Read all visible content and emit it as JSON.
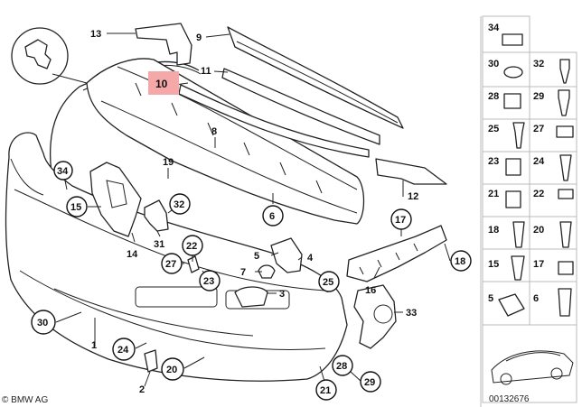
{
  "diagram": {
    "highlighted_callout": "10",
    "callouts": [
      "1",
      "2",
      "3",
      "4",
      "5",
      "6",
      "7",
      "8",
      "9",
      "10",
      "11",
      "12",
      "13",
      "14",
      "15",
      "16",
      "17",
      "18",
      "19",
      "20",
      "21",
      "22",
      "23",
      "24",
      "25",
      "27",
      "28",
      "29",
      "30",
      "31",
      "32",
      "33",
      "34"
    ],
    "sidebar_labels": [
      "34",
      "30",
      "32",
      "28",
      "29",
      "25",
      "27",
      "23",
      "24",
      "21",
      "22",
      "18",
      "20",
      "15",
      "17",
      "5",
      "6"
    ]
  },
  "footer": {
    "brand": "© BMW AG",
    "diagram_id": "00132676"
  }
}
